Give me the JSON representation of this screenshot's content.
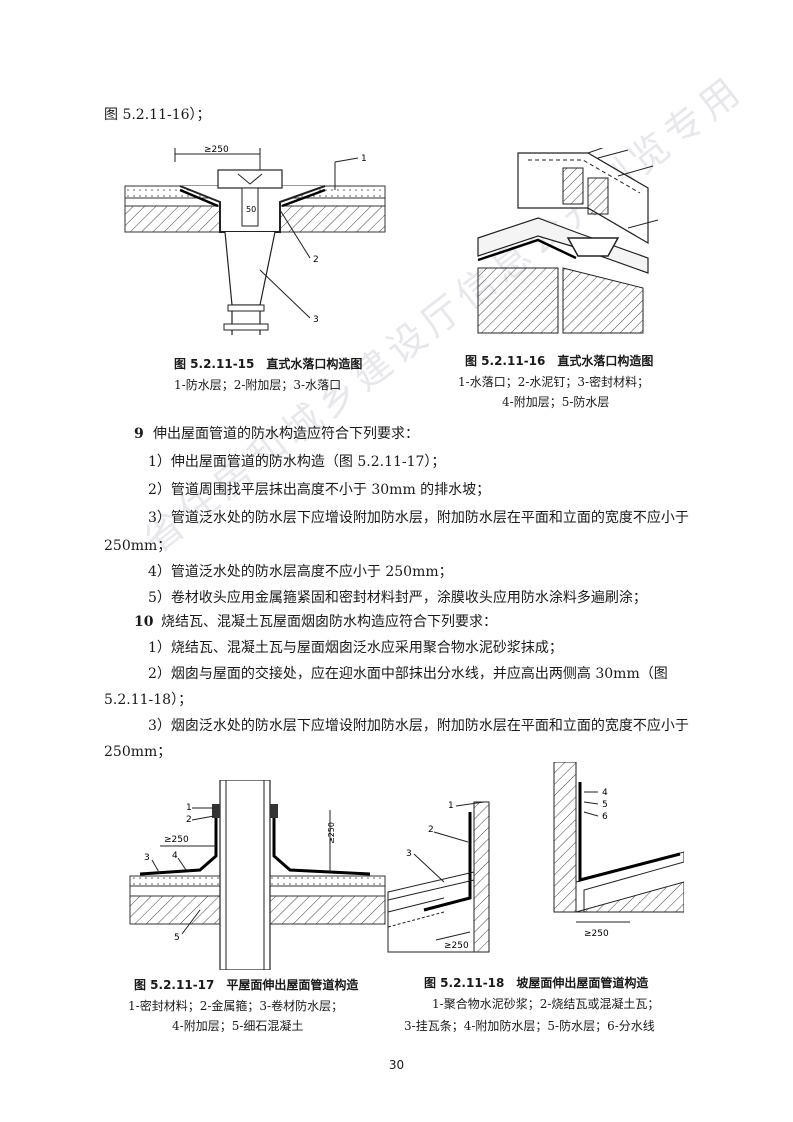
{
  "top_ref": "图 5.2.11-16）；",
  "fig15": {
    "dim": "≥250",
    "dim2": "50",
    "n1": "1",
    "n2": "2",
    "n3": "3",
    "caption": "图 5.2.11-15　直式水落口构造图",
    "legend": "1-防水层；2-附加层；3-水落口"
  },
  "fig16": {
    "caption": "图 5.2.11-16　直式水落口构造图",
    "legend1": "1-水落口；2-水泥钉；3-密封材料；",
    "legend2": "4-附加层；5-防水层"
  },
  "item9": {
    "num": "9",
    "head": "伸出屋面管道的防水构造应符合下列要求：",
    "s1": "1）伸出屋面管道的防水构造（图 5.2.11-17）；",
    "s2": "2）管道周围找平层抹出高度不小于 30mm 的排水坡；",
    "s3a": "3）管道泛水处的防水层下应增设附加防水层，附加防水层在平面和立面的宽度不应小于",
    "s3b": "250mm；",
    "s4": "4）管道泛水处的防水层高度不应小于 250mm；",
    "s5": "5）卷材收头应用金属箍紧固和密封材料封严，涂膜收头应用防水涂料多遍刷涂；"
  },
  "item10": {
    "num": "10",
    "head": "烧结瓦、混凝土瓦屋面烟囱防水构造应符合下列要求：",
    "s1": "1）烧结瓦、混凝土瓦与屋面烟囱泛水应采用聚合物水泥砂浆抹成；",
    "s2a": "2）烟囱与屋面的交接处，应在迎水面中部抹出分水线，并应高出两侧高 30mm（图",
    "s2b": "5.2.11-18）；",
    "s3a": "3）烟囱泛水处的防水层下应增设附加防水层，附加防水层在平面和立面的宽度不应小于",
    "s3b": "250mm；"
  },
  "fig17": {
    "dim": "≥250",
    "dim2": "≥250",
    "n1": "1",
    "n2": "2",
    "n3": "3",
    "n4": "4",
    "n5": "5",
    "caption": "图 5.2.11-17　平屋面伸出屋面管道构造",
    "legend1": "1-密封材料；2-金属箍；3-卷材防水层；",
    "legend2": "4-附加层；5-细石混凝土"
  },
  "fig18": {
    "dim": "≥250",
    "dim2": "≥250",
    "n1": "1",
    "n2": "2",
    "n3": "3",
    "n4": "4",
    "n5": "5",
    "n6": "6",
    "caption": "图 5.2.11-18　坡屋面伸出屋面管道构造",
    "legend1": "1-聚合物水泥砂浆；2-烧结瓦或混凝土瓦；",
    "legend2": "3-挂瓦条；4-附加防水层；5-防水层；6-分水线"
  },
  "watermark": "省住房和城乡建设厅信息公开浏览专用",
  "page_number": "30"
}
